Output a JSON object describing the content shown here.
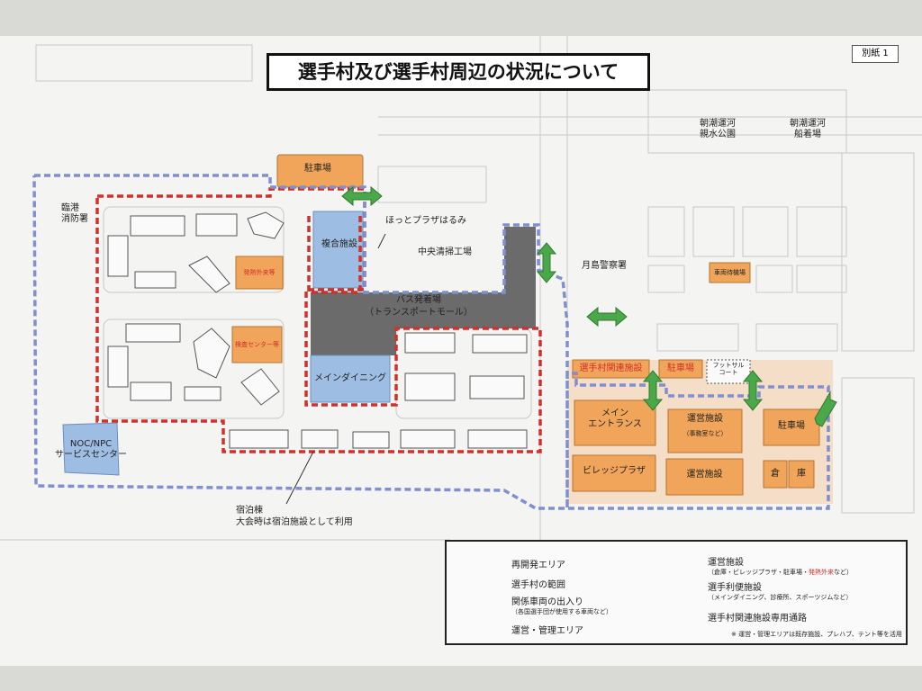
{
  "sheet_number": "別紙 1",
  "title": "選手村及び選手村周辺の状況について",
  "map": {
    "parking_north": "駐車場",
    "complex_facility": "複合施設",
    "fever_outpatient": "発熱外来等",
    "testing_center": "検査センター等",
    "bus_terminal": "バス発着場",
    "bus_terminal_sub": "（トランスポートモール）",
    "main_dining": "メインダイニング",
    "hot_plaza": "ほっとプラザはるみ",
    "central_cleaning": "中央清掃工場",
    "rinko_fire": "臨港\n消防署",
    "noc_npc": "NOC/NPC\nサービスセンター",
    "asashio_park": "朝潮運河\n親水公園",
    "asashio_pier": "朝潮運河\n船着場",
    "tsukishima_police": "月島警察署",
    "vehicle_waiting": "車両待機場",
    "village_related": "選手村関連施設",
    "parking_east": "駐車場",
    "futsal_court": "フットサル\nコート",
    "main_entrance": "メイン\nエントランス",
    "operation_1": "運営施設",
    "operation_1_sub": "（事務室など）",
    "parking_south": "駐車場",
    "village_plaza": "ビレッジプラザ",
    "operation_2": "運営施設",
    "warehouse": "倉",
    "warehouse2": "庫",
    "lodging": "宿泊棟",
    "lodging_note": "大会時は宿泊施設として利用"
  },
  "legend": {
    "redevelopment": "再開発エリア",
    "village_area": "選手村の範囲",
    "vehicle_access": "関係車両の出入り",
    "vehicle_access_note": "（各国選手団が使用する車両など）",
    "admin_area": "運営・管理エリア",
    "operation_facility": "運営施設",
    "operation_facility_note_a": "（倉庫・ビレッジプラザ・駐車場・",
    "operation_facility_note_b": "発熱外来",
    "operation_facility_note_c": "など）",
    "athlete_facility": "選手利便施設",
    "athlete_facility_note": "（メインダイニング、診療所、スポーツジムなど）",
    "dedicated_road": "選手村関連施設専用通路"
  },
  "footnote": "※ 運営・管理エリアは既存施設、プレハブ、テント等を活用",
  "colors": {
    "orange": "#f0a55a",
    "blue": "#9dbde3",
    "gray": "#6b6b6b",
    "peach": "#f5d9bf",
    "red_dash": "#d2302a",
    "blue_dash": "#7f8fd0",
    "green": "#4aa84a"
  }
}
